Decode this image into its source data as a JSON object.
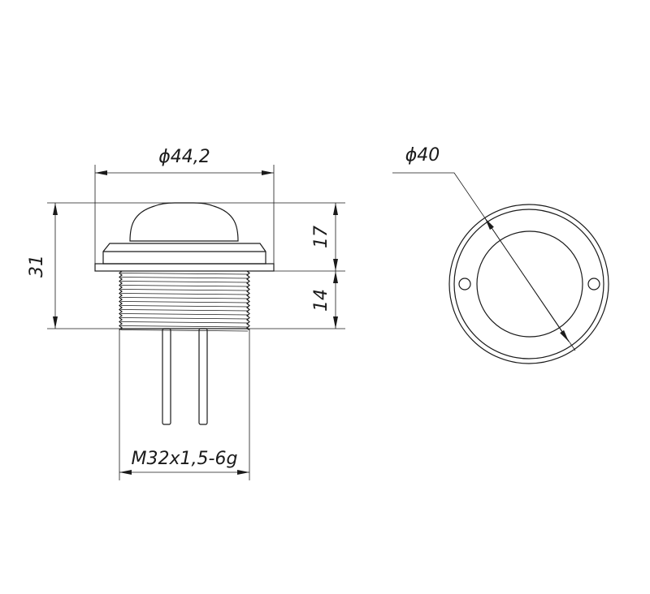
{
  "drawing": {
    "side_view": {
      "diameter_label": "ϕ44,2",
      "height_total_label": "31",
      "height_top_label": "17",
      "height_thread_label": "14",
      "thread_label": "M32x1,5-6g"
    },
    "top_view": {
      "diameter_label": "ϕ40"
    }
  }
}
